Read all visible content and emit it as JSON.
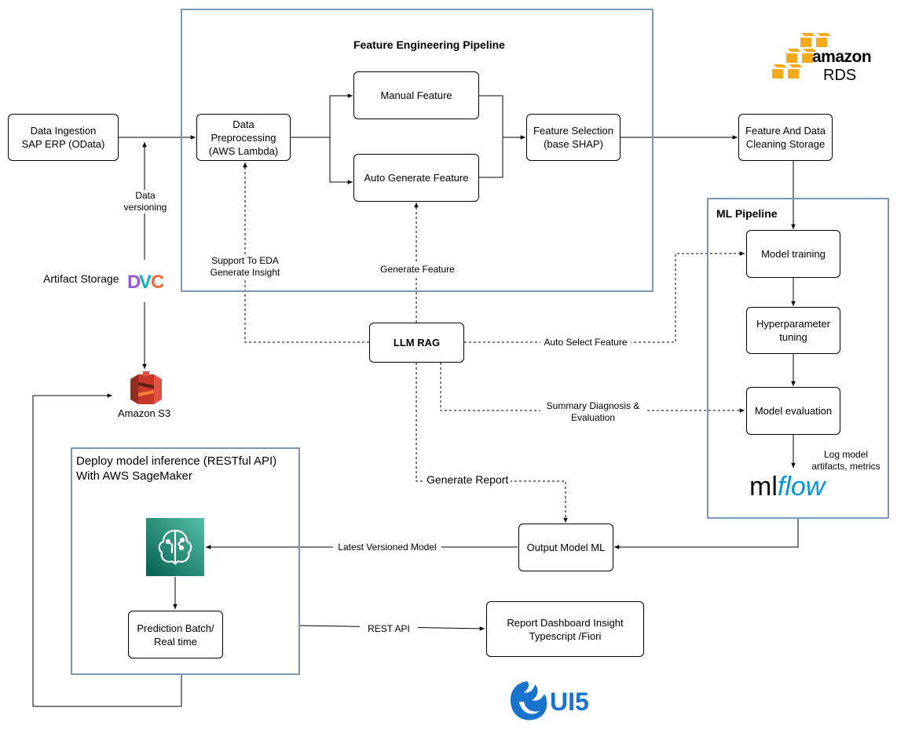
{
  "groups": {
    "feature_pipeline_title": "Feature Engineering Pipeline",
    "ml_pipeline_title": "ML Pipeline",
    "deploy_title": "Deploy model inference (RESTful API)\nWith AWS SageMaker"
  },
  "nodes": {
    "data_ingestion": "Data Ingestion\nSAP ERP (OData)",
    "data_preprocessing": "Data\nPreprocessing\n(AWS Lambda)",
    "manual_feature": "Manual Feature",
    "auto_feature": "Auto Generate Feature",
    "feature_selection": "Feature Selection\n(base SHAP)",
    "feature_storage": "Feature And Data\nCleaning Storage",
    "model_training": "Model training",
    "hyperparameter_tuning": "Hyperparameter\ntuning",
    "model_evaluation": "Model evaluation",
    "llm_rag": "LLM RAG",
    "output_model": "Output Model ML",
    "prediction": "Prediction Batch/\nReal time",
    "report_dashboard": "Report Dashboard Insight\nTypescript /Fiori"
  },
  "edge_labels": {
    "data_versioning": "Data\nversioning",
    "artifact_storage": "Artifact Storage",
    "support_eda": "Support To EDA\nGenerate Insight",
    "generate_feature": "Generate Feature",
    "auto_select_feature": "Auto Select Feature",
    "summary_diagnosis": "Summary Diagnosis &\nEvaluation",
    "generate_report": "Generate Report",
    "latest_model": "Latest Versioned Model",
    "rest_api": "REST API",
    "log_model": "Log model\nartifacts, metrics"
  },
  "logos": {
    "amazon": "amazon",
    "rds": "RDS",
    "s3": "Amazon S3",
    "mlflow_ml": "ml",
    "mlflow_flow": "flow",
    "ui5": "UI5",
    "dvc": "DVC"
  },
  "colors": {
    "group_border": "#7b98b5",
    "aws_orange": "#f7a81b",
    "s3_red": "#d13e2c",
    "sagemaker_green": "#1e7b5a",
    "mlflow_blue": "#0194e2",
    "ui5_blue": "#1873cc",
    "dvc_purple": "#945dd6",
    "dvc_orange": "#f46737",
    "dvc_cyan": "#13adc7"
  }
}
